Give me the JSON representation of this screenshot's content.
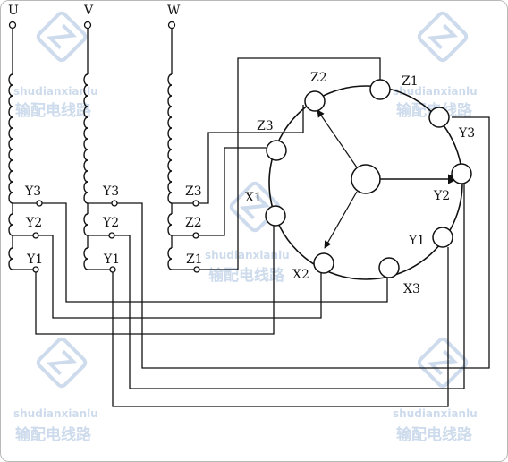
{
  "terminals": {
    "u": "U",
    "v": "V",
    "w": "W"
  },
  "taps": {
    "u": [
      "Y3",
      "Y2",
      "Y1"
    ],
    "v": [
      "Y3",
      "Y2",
      "Y1"
    ],
    "w": [
      "Z3",
      "Z2",
      "Z1"
    ]
  },
  "stator_slots": {
    "z2": "Z2",
    "z1": "Z1",
    "z3": "Z3",
    "y3": "Y3",
    "x1": "X1",
    "y2": "Y2",
    "y1": "Y1",
    "x2": "X2",
    "x3": "X3"
  },
  "watermark": {
    "latin": "shudianxianlu",
    "chinese": "输配电线路"
  },
  "colors": {
    "line": "#111111",
    "watermark": "#c8d8ea"
  }
}
